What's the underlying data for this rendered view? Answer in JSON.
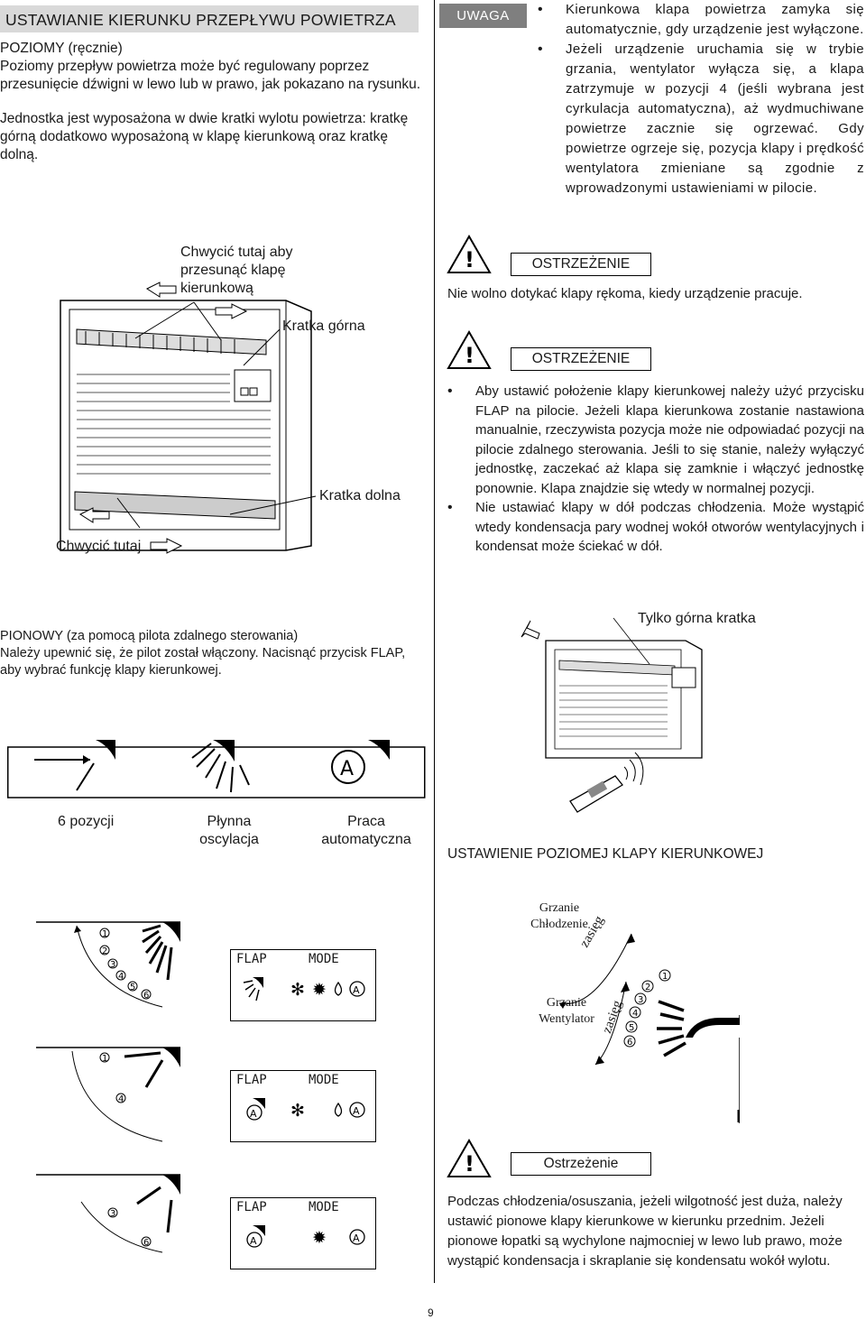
{
  "header": {
    "title": "USTAWIANIE KIERUNKU PRZEPŁYWU POWIETRZA",
    "uwaga_label": "UWAGA"
  },
  "left": {
    "horizontal_heading": "POZIOMY (ręcznie)",
    "horizontal_text": "Poziomy przepływ powietrza może być regulowany poprzez przesunięcie dźwigni w lewo lub w prawo, jak pokazano na rysunku.",
    "grilles_text": "Jednostka jest wyposażona w dwie kratki wylotu powietrza: kratkę górną dodatkowo wyposażoną w klapę kierunkową oraz kratkę dolną.",
    "fig_label_grab_flap": "Chwycić tutaj aby przesunąć klapę kierunkową",
    "fig_label_upper": "Kratka górna",
    "fig_label_lower": "Kratka dolna",
    "fig_label_grab": "Chwycić tutaj",
    "vertical_heading": "PIONOWY (za pomocą pilota zdalnego sterowania)",
    "vertical_text": "Należy upewnić się, że pilot został włączony. Nacisnąć przycisk FLAP, aby wybrać funkcję klapy kierunkowej.",
    "mode_6": "6 pozycji",
    "mode_swing": "Płynna oscylacja",
    "mode_auto": "Praca automatyczna"
  },
  "right": {
    "note_1": "Kierunkowa klapa powietrza zamyka się automatycznie, gdy urządzenie jest wyłączone.",
    "note_2": "Jeżeli urządzenie uruchamia się w trybie grzania, wentylator wyłącza się, a klapa zatrzymuje w pozycji 4 (jeśli wybrana jest cyrkulacja automatyczna), aż wydmuchiwane powietrze zacznie się ogrzewać. Gdy powietrze ogrzeje się, pozycja klapy i prędkość wentylatora zmieniane są zgodnie z wprowadzonymi ustawieniami w pilocie.",
    "warning_label": "OSTRZEŻENIE",
    "warning_1": "Nie wolno dotykać klapy rękoma, kiedy urządzenie pracuje.",
    "warning_2_a": "Aby ustawić położenie klapy kierunkowej należy użyć przycisku FLAP na pilocie. Jeżeli klapa kierunkowa zostanie nastawiona manualnie, rzeczywista pozycja może nie odpowiadać pozycji na pilocie zdalnego sterowania. Jeśli to się stanie, należy wyłączyć jednostkę, zaczekać aż klapa się zamknie i włączyć jednostkę ponownie. Klapa znajdzie się wtedy w normalnej pozycji.",
    "warning_2_b": "Nie ustawiać klapy w dół podczas chłodzenia. Może wystąpić wtedy kondensacja pary wodnej wokół otworów wentylacyjnych i kondensat może ściekać w dół.",
    "upper_only": "Tylko górna kratka",
    "horizontal_flap_heading": "USTAWIENIE POZIOMEJ KLAPY KIERUNKOWEJ",
    "diag_heat_cool_1": "Grzanie",
    "diag_heat_cool_2": "Chłodzenie",
    "diag_heat_fan_1": "Grzanie",
    "diag_heat_fan_2": "Wentylator",
    "diag_range": "zasięg",
    "small_warning_label": "Ostrzeżenie",
    "final_text": "Podczas chłodzenia/osuszania, jeżeli wilgotność jest duża, należy ustawić pionowe klapy kierunkowe w kierunku przednim. Jeżeli pionowe łopatki są wychylone najmocniej w lewo lub prawo, może wystąpić kondensacja i skraplanie się kondensatu wokół wylotu."
  },
  "flap_panels": {
    "flap": "FLAP",
    "mode": "MODE"
  },
  "positions": [
    "1",
    "2",
    "3",
    "4",
    "5",
    "6"
  ],
  "footer": {
    "page_number": "9"
  }
}
